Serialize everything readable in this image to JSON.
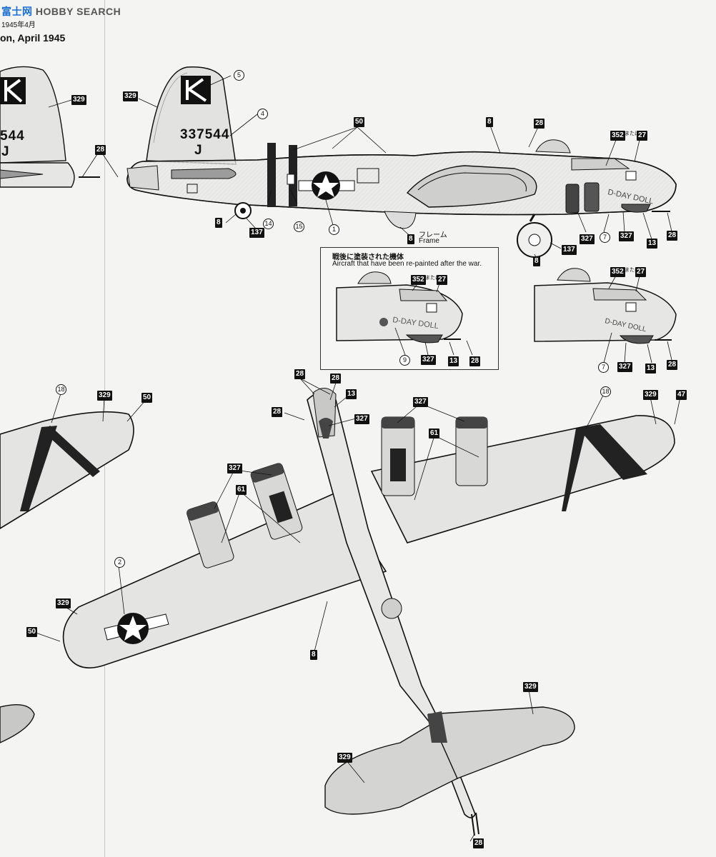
{
  "header": {
    "watermark": "HOBBY SEARCH",
    "watermark_logo": "富士网",
    "date_fragment": "1945年4月",
    "caption": "on, April 1945"
  },
  "side_view": {
    "serial": "337544",
    "tail_letter": "K",
    "code_letter": "J",
    "nose_art": "D-DAY DOLL",
    "frame_label_jp": "フレーム",
    "frame_label_en": "Frame",
    "callouts": [
      "5",
      "4",
      "50",
      "8",
      "28",
      "352",
      "27",
      "329",
      "28",
      "8",
      "137",
      "14",
      "15",
      "1",
      "8",
      "7",
      "327",
      "327",
      "13",
      "28",
      "137",
      "8"
    ],
    "or_text": "または or"
  },
  "inset": {
    "title_jp": "戦後に塗装された機体",
    "title_en": "Aircraft that have been re-painted after the war.",
    "callouts": [
      "352",
      "27",
      "9",
      "327",
      "13",
      "28"
    ],
    "or_text": "または or"
  },
  "right_nose": {
    "callouts": [
      "352",
      "27",
      "7",
      "327",
      "13",
      "28"
    ],
    "or_text": "または or"
  },
  "plan_view": {
    "callouts": [
      "28",
      "28",
      "13",
      "28",
      "327",
      "327",
      "327",
      "61",
      "61",
      "18",
      "329",
      "47",
      "18",
      "329",
      "50",
      "2",
      "329",
      "50",
      "8",
      "329",
      "329",
      "28"
    ]
  },
  "colors": {
    "ink": "#111111",
    "paper": "#f4f4f2",
    "hull": "#e6e6e4",
    "shade": "#bdbdbd",
    "stripe": "#222222"
  }
}
